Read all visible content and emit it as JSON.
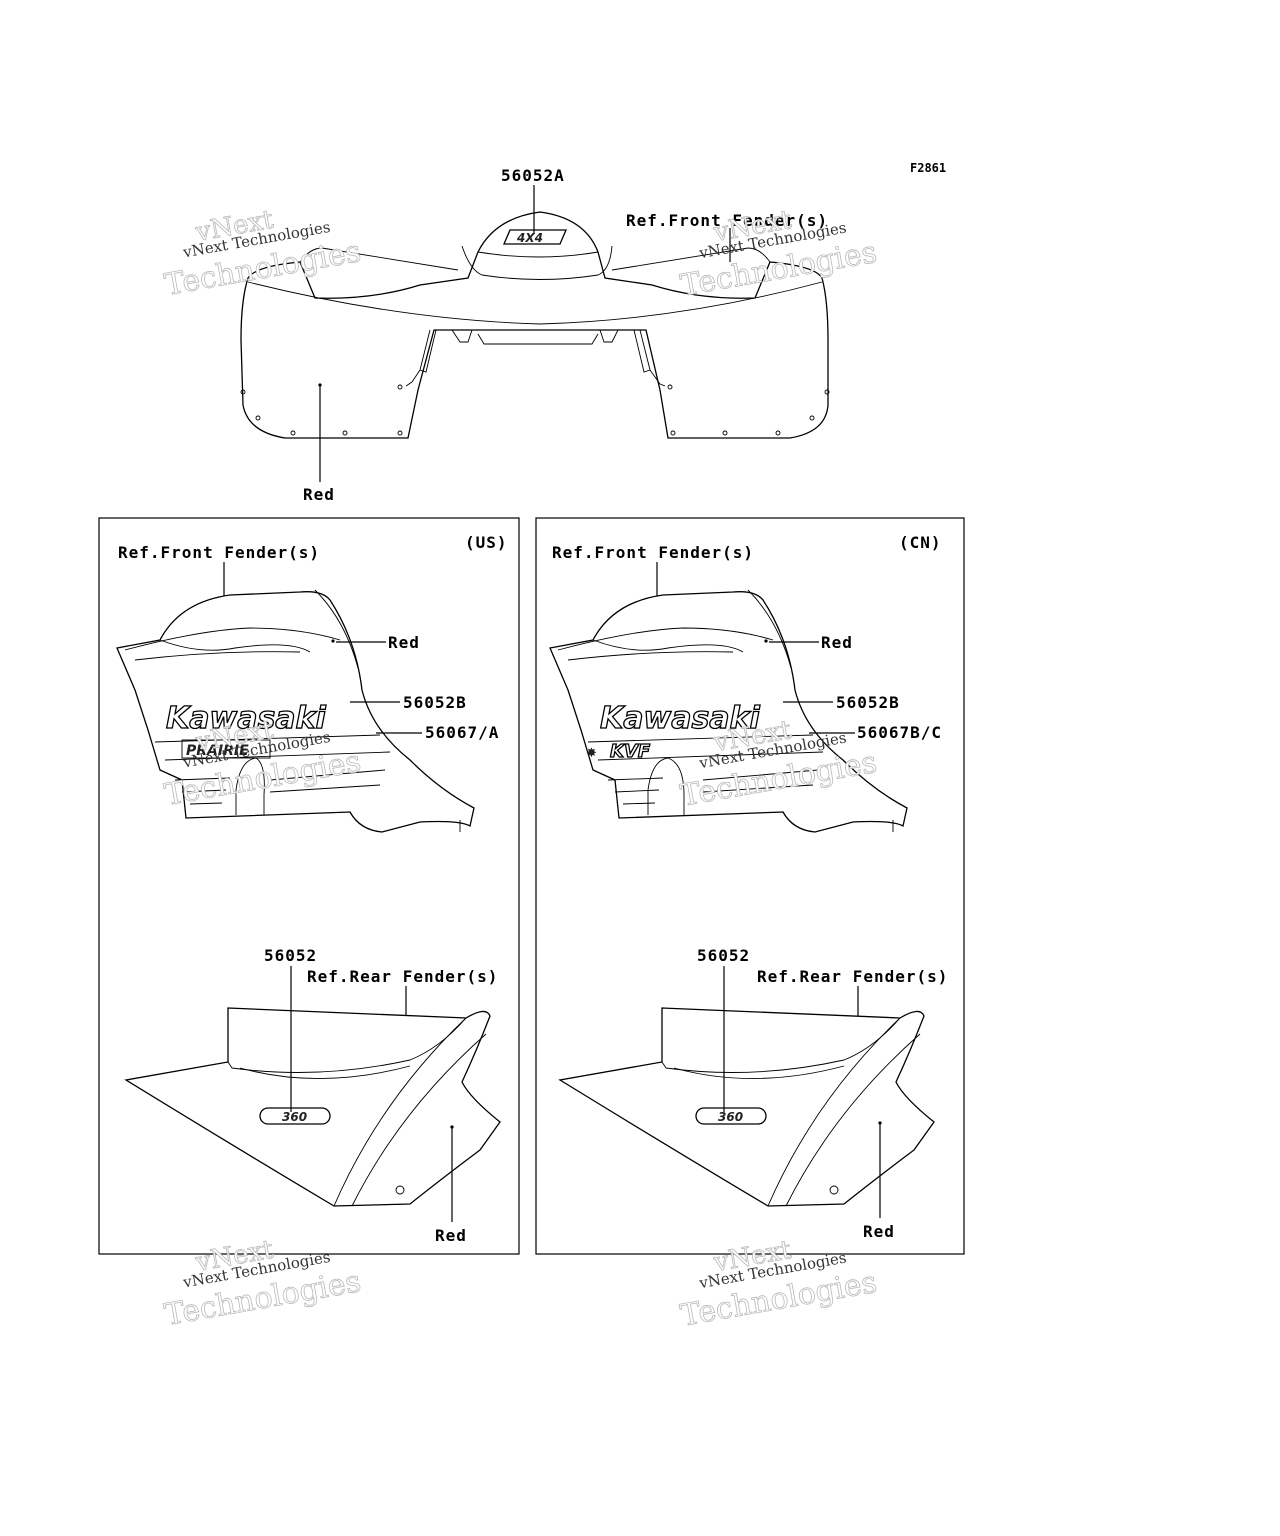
{
  "figure_code": "F2861",
  "top": {
    "part_label": "56052A",
    "ref_label": "Ref.Front Fender(s)",
    "color_label": "Red",
    "emblem_text": "4X4"
  },
  "panel_us": {
    "region": "(US)",
    "ref_front": "Ref.Front Fender(s)",
    "color_front": "Red",
    "part_brand": "56052B",
    "part_stripe": "56067/A",
    "brand_text": "Kawasaki",
    "sub_brand_text": "PRAIRIE",
    "part_rear": "56052",
    "ref_rear": "Ref.Rear Fender(s)",
    "color_rear": "Red",
    "rear_badge_text": "360"
  },
  "panel_cn": {
    "region": "(CN)",
    "ref_front": "Ref.Front Fender(s)",
    "color_front": "Red",
    "part_brand": "56052B",
    "part_stripe": "56067B/C",
    "brand_text": "Kawasaki",
    "sub_brand_text": "KVF",
    "part_rear": "56052",
    "ref_rear": "Ref.Rear Fender(s)",
    "color_rear": "Red",
    "rear_badge_text": "360"
  },
  "watermark": {
    "big_line1": "vNext",
    "big_line2": "Technologies",
    "small": "vNext Technologies"
  }
}
